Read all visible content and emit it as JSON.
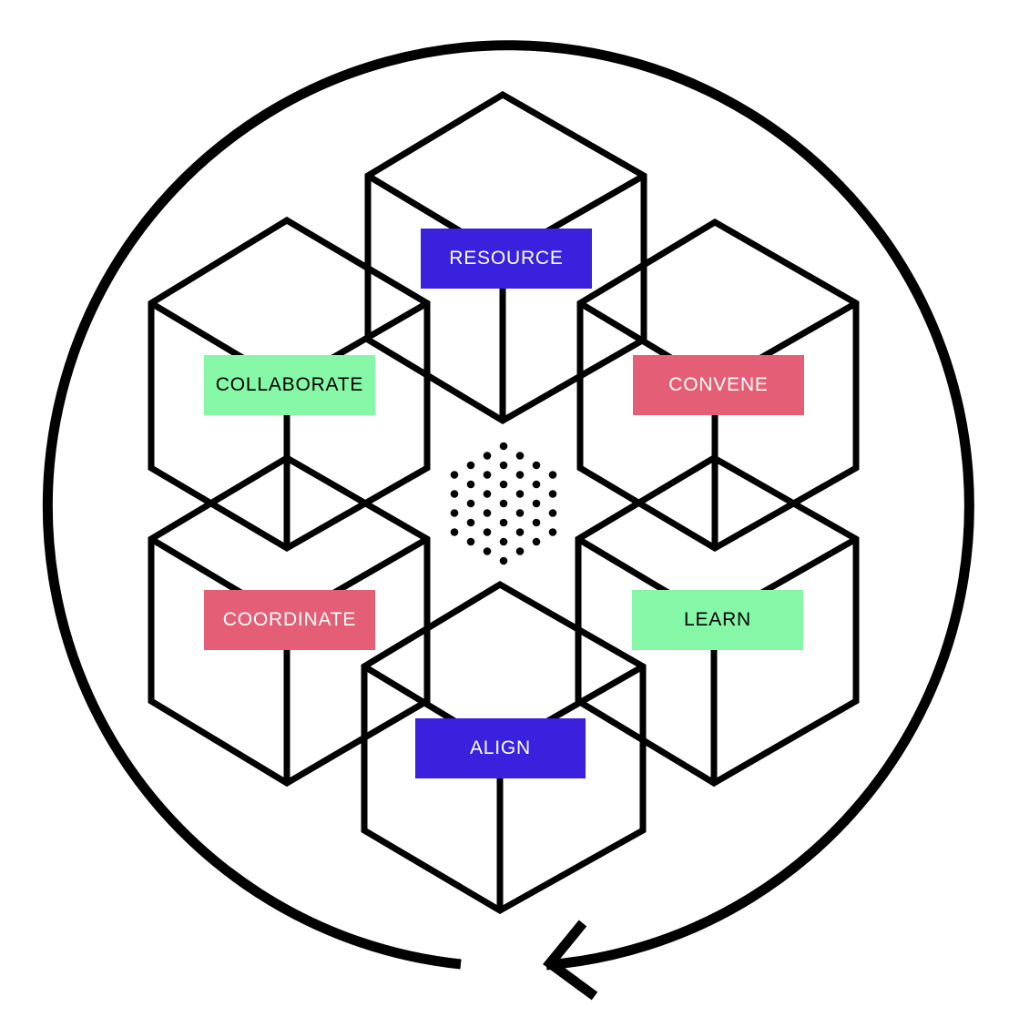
{
  "colors": {
    "blue": "#3a21de",
    "green": "#86f7a7",
    "red": "#e45f75",
    "stroke": "#000000"
  },
  "labels": {
    "resource": {
      "text": "RESOURCE",
      "bg": "#3a21de",
      "fg": "#ffffff"
    },
    "collaborate": {
      "text": "COLLABORATE",
      "bg": "#86f7a7",
      "fg": "#000000"
    },
    "convene": {
      "text": "CONVENE",
      "bg": "#e45f75",
      "fg": "#ffffff"
    },
    "coordinate": {
      "text": "COORDINATE",
      "bg": "#e45f75",
      "fg": "#ffffff"
    },
    "learn": {
      "text": "LEARN",
      "bg": "#86f7a7",
      "fg": "#000000"
    },
    "align": {
      "text": "ALIGN",
      "bg": "#3a21de",
      "fg": "#ffffff"
    }
  },
  "icons": {
    "cycle": "circular-arrow-icon",
    "center": "dotted-hexagon-icon",
    "nodes": "cube-icon"
  }
}
